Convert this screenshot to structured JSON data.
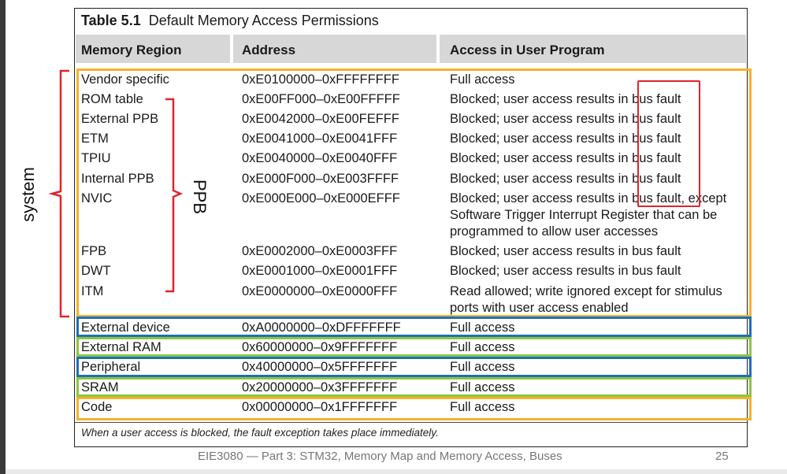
{
  "table": {
    "number": "Table 5.1",
    "title": "Default Memory Access Permissions",
    "headers": [
      "Memory Region",
      "Address",
      "Access in User Program"
    ],
    "rows": [
      {
        "region": "Vendor specific",
        "address": "0xE0100000–0xFFFFFFFF",
        "access": "Full access"
      },
      {
        "region": "ROM table",
        "address": "0xE00FF000–0xE00FFFFF",
        "access": "Blocked; user access results in bus fault"
      },
      {
        "region": "External PPB",
        "address": "0xE0042000–0xE00FEFFF",
        "access": "Blocked; user access results in bus fault"
      },
      {
        "region": "ETM",
        "address": "0xE0041000–0xE0041FFF",
        "access": "Blocked; user access results in bus fault"
      },
      {
        "region": "TPIU",
        "address": "0xE0040000–0xE0040FFF",
        "access": "Blocked; user access results in bus fault"
      },
      {
        "region": "Internal PPB",
        "address": "0xE000F000–0xE003FFFF",
        "access": "Blocked; user access results in bus fault"
      },
      {
        "region": "NVIC",
        "address": "0xE000E000–0xE000EFFF",
        "access": "Blocked; user access results in bus fault, except Software Trigger Interrupt Register that can be programmed to allow user accesses"
      },
      {
        "region": "FPB",
        "address": "0xE0002000–0xE0003FFF",
        "access": "Blocked; user access results in bus fault"
      },
      {
        "region": "DWT",
        "address": "0xE0001000–0xE0001FFF",
        "access": "Blocked; user access results in bus fault"
      },
      {
        "region": "ITM",
        "address": "0xE0000000–0xE0000FFF",
        "access": "Read allowed; write ignored except for stimulus ports with user access enabled"
      },
      {
        "region": "External device",
        "address": "0xA0000000–0xDFFFFFFF",
        "access": "Full access"
      },
      {
        "region": "External RAM",
        "address": "0x60000000–0x9FFFFFFF",
        "access": "Full access"
      },
      {
        "region": "Peripheral",
        "address": "0x40000000–0x5FFFFFFF",
        "access": "Full access"
      },
      {
        "region": "SRAM",
        "address": "0x20000000–0x3FFFFFFF",
        "access": "Full access"
      },
      {
        "region": "Code",
        "address": "0x00000000–0x1FFFFFFF",
        "access": "Full access"
      }
    ],
    "footnote": "When a user access is blocked, the fault exception takes place immediately."
  },
  "annotations": {
    "system_label": "system",
    "ppb_label": "PPB",
    "colors": {
      "orange": "#f5b32a",
      "blue": "#1f6fb5",
      "green": "#8cc63e",
      "red": "#e0242a"
    }
  },
  "footer": {
    "text": "EIE3080 — Part 3: STM32, Memory Map and Memory Access, Buses",
    "page": "25"
  }
}
